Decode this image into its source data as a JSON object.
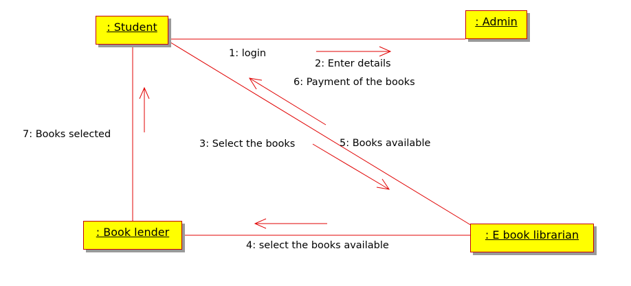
{
  "objects": {
    "student": ": Student",
    "admin": ": Admin",
    "book_lender": ": Book lender",
    "ebook_librarian": ": E book librarian"
  },
  "messages": {
    "m1": "1: login",
    "m2": "2: Enter details",
    "m3": "3: Select the books",
    "m4": "4: select the books available",
    "m5": "5: Books available",
    "m6": "6: Payment of the books",
    "m7": "7: Books selected"
  },
  "colors": {
    "object_fill": "#ffff00",
    "line": "#e00000",
    "text": "#000000"
  }
}
